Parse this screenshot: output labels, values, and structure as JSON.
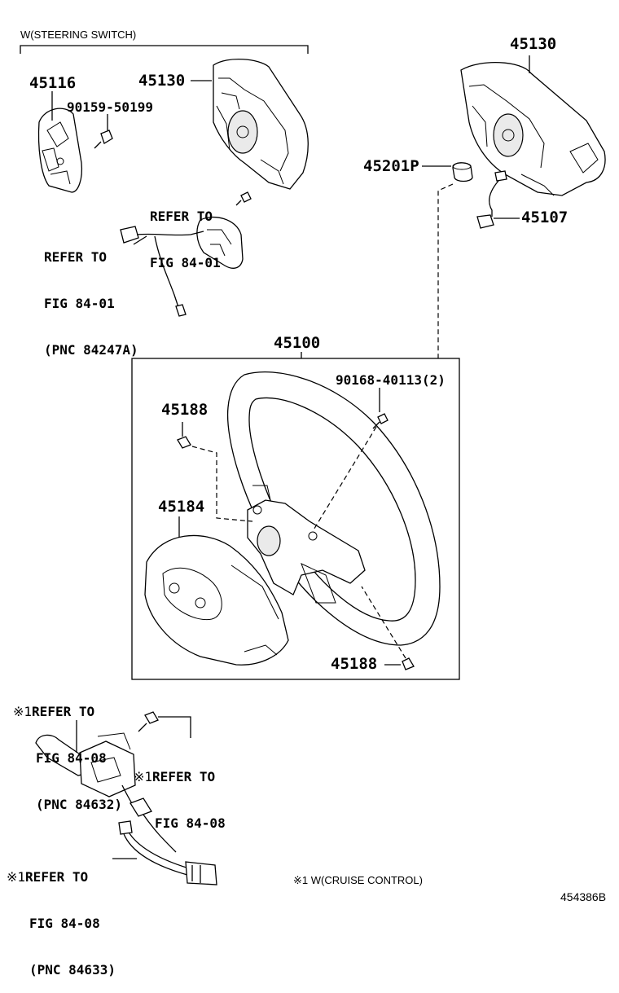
{
  "header": {
    "group_label": "W(STEERING SWITCH)"
  },
  "parts": {
    "p45116": "45116",
    "p90159": "90159-50199",
    "p45130_left": "45130",
    "p45130_right": "45130",
    "p45201P": "45201P",
    "p45107": "45107",
    "p45100": "45100",
    "p90168": "90168-40113(2)",
    "p45188_top": "45188",
    "p45184": "45184",
    "p45188_bottom": "45188"
  },
  "refs": {
    "ref_a": [
      "REFER TO",
      "FIG 84-01"
    ],
    "ref_b": [
      "REFER TO",
      "FIG 84-01",
      "(PNC 84247A)"
    ],
    "ref_c": [
      "REFER TO",
      "FIG 84-08",
      "(PNC 84632)"
    ],
    "ref_c_mark": "※1",
    "ref_d": [
      "REFER TO",
      "FIG 84-08"
    ],
    "ref_d_mark": "※1",
    "ref_e": [
      "REFER TO",
      "FIG 84-08",
      "(PNC 84633)"
    ],
    "ref_e_mark": "※1"
  },
  "footnote": {
    "mark": "※1",
    "text": "W(CRUISE CONTROL)"
  },
  "diagram_code": "454386B"
}
